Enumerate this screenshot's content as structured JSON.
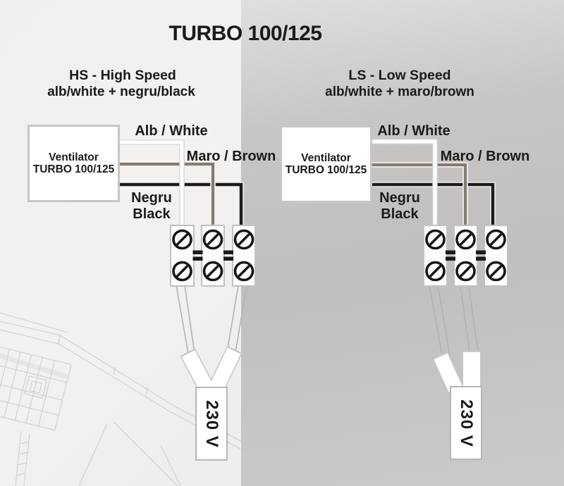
{
  "title": "TURBO 100/125",
  "left": {
    "heading": "HS - High Speed",
    "subheading": "alb/white + negru/black",
    "device_name": "Ventilator",
    "device_model": "TURBO 100/125",
    "label_white": "Alb / White",
    "label_brown": "Maro / Brown",
    "label_black_1": "Negru",
    "label_black_2": "Black",
    "power": "230 V",
    "mains_connection": "alb/white + negru/black"
  },
  "right": {
    "heading": "LS - Low Speed",
    "subheading": "alb/white + maro/brown",
    "device_name": "Ventilator",
    "device_model": "TURBO 100/125",
    "label_white": "Alb / White",
    "label_brown": "Maro / Brown",
    "label_black_1": "Negru",
    "label_black_2": "Black",
    "power": "230 V",
    "mains_connection": "alb/white + maro/brown"
  },
  "colors": {
    "wire_white": "#ffffff",
    "wire_brown": "#877a70",
    "wire_black": "#1d1c1b",
    "text": "#1a1a1a",
    "terminal_border": "#c4c1bf",
    "background_left": "#f0efee",
    "background_right": "#c4c3c2"
  }
}
